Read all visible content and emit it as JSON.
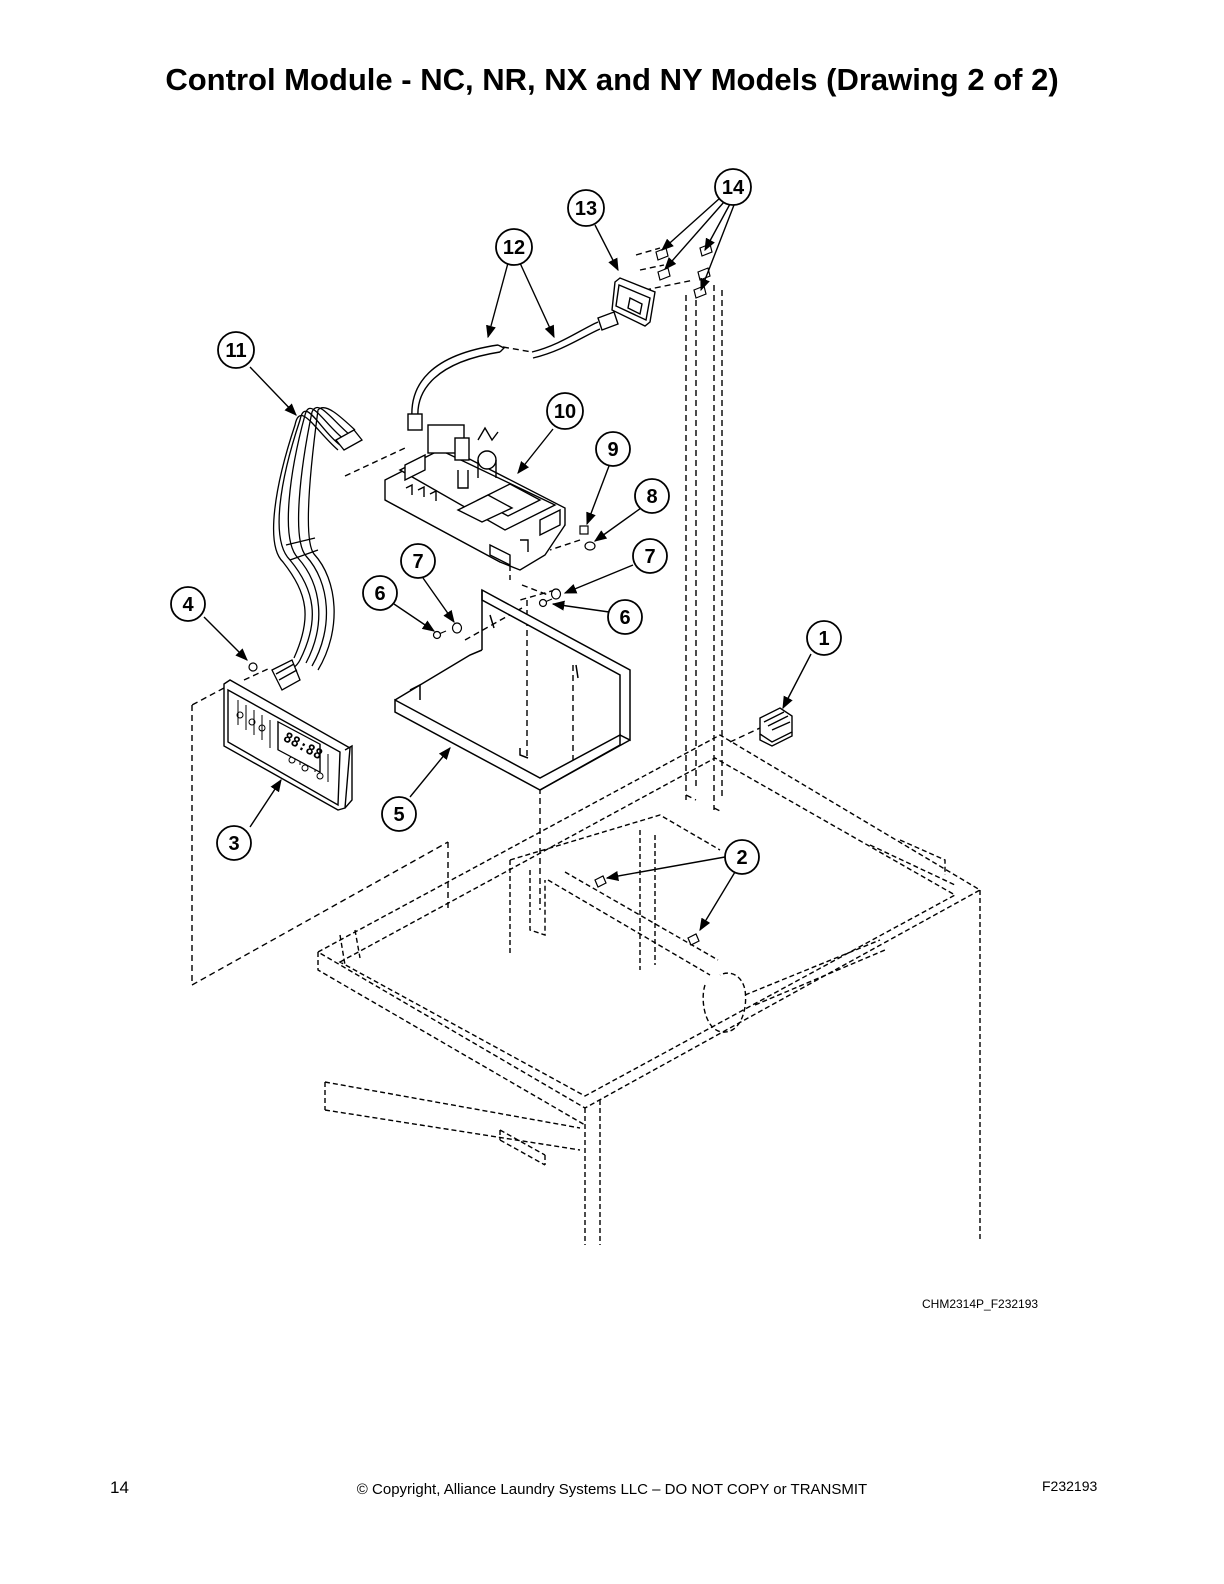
{
  "page": {
    "title": "Control Module - NC, NR, NX and NY Models (Drawing 2 of 2)",
    "figure_id": "CHM2314P_F232193",
    "page_number": "14",
    "copyright": "© Copyright, Alliance Laundry Systems LLC – DO NOT COPY or TRANSMIT",
    "document_code": "F232193"
  },
  "callouts": {
    "c1": "1",
    "c2": "2",
    "c3": "3",
    "c4": "4",
    "c5": "5",
    "c6a": "6",
    "c6b": "6",
    "c7a": "7",
    "c7b": "7",
    "c8": "8",
    "c9": "9",
    "c10": "10",
    "c11": "11",
    "c12": "12",
    "c13": "13",
    "c14": "14"
  },
  "display": {
    "digits": "88:88"
  }
}
